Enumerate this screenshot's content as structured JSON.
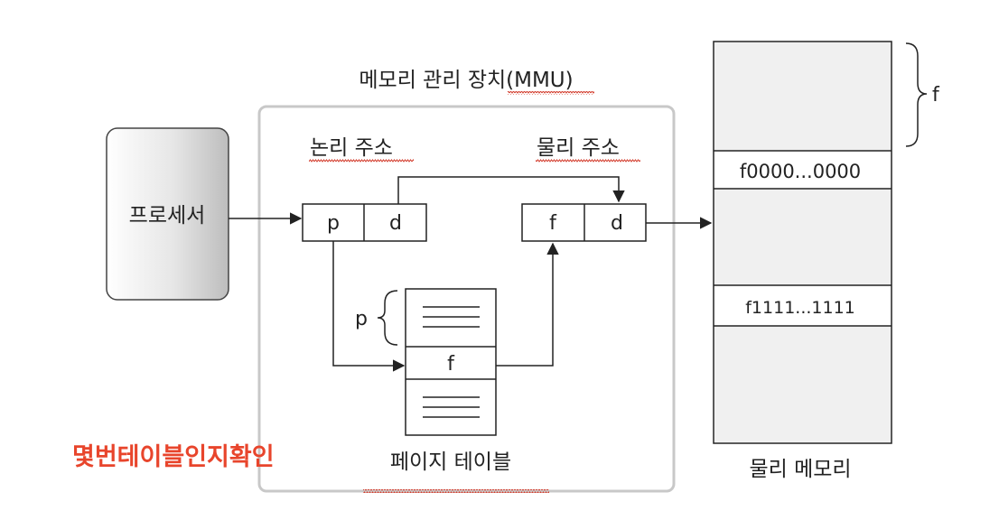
{
  "diagram": {
    "mmu_label": "메모리 관리 장치(MMU)",
    "processor_label": "프로세서",
    "logical_address_label": "논리 주소",
    "physical_address_label": "물리 주소",
    "logical_page": "p",
    "logical_offset": "d",
    "physical_frame": "f",
    "physical_offset": "d",
    "page_index_label": "p",
    "page_table_entry": "f",
    "page_table_label": "페이지 테이블",
    "frame_brace_label": "f",
    "memory_start": "f0000...0000",
    "memory_end": "f1111...1111",
    "physical_memory_label": "물리 메모리",
    "annotation": "몇번테이블인지확인"
  },
  "colors": {
    "annotation": "#e8452c",
    "spellcheck_underline": "#d23a2a",
    "box_border": "#222222",
    "mmu_border": "#c8c8c8",
    "processor_fill_light": "#ffffff",
    "processor_fill_dark": "#bdbdbd"
  }
}
